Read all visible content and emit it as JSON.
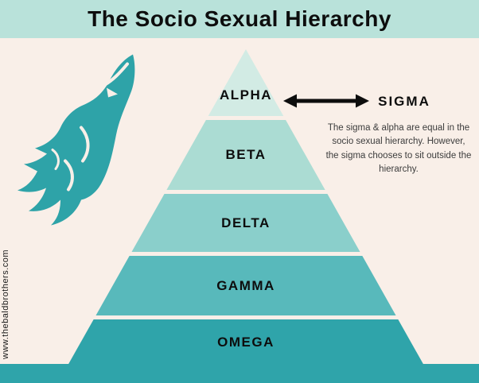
{
  "header": {
    "title": "The Socio Sexual Hierarchy",
    "bg": "#b9e2da"
  },
  "watermark": {
    "text": "www.thebaldbrothers.com"
  },
  "pyramid": {
    "tiers": [
      {
        "label": "ALPHA",
        "color": "#d2ebe4"
      },
      {
        "label": "BETA",
        "color": "#abdcd3"
      },
      {
        "label": "DELTA",
        "color": "#8acfcb"
      },
      {
        "label": "GAMMA",
        "color": "#58b9bb"
      },
      {
        "label": "OMEGA",
        "color": "#2fa4aa"
      }
    ]
  },
  "sigma": {
    "label": "SIGMA",
    "note": "The sigma & alpha are equal in the socio sexual hierarchy. However, the sigma chooses to sit outside the hierarchy."
  },
  "footer": {
    "color": "#2fa4aa"
  },
  "canvas": {
    "bg": "#f9efe8"
  },
  "icons": {
    "wolf": "howling-wolf-icon",
    "arrow": "double-arrow-icon"
  }
}
